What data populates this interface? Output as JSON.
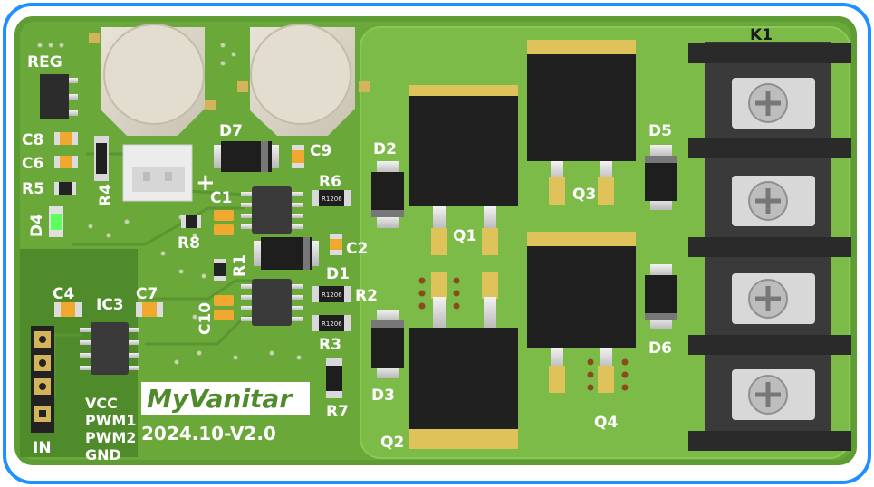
{
  "board": {
    "brand": "MyVanitar",
    "version": "2024.10-V2.0"
  },
  "pins": [
    "VCC",
    "PWM1",
    "PWM2",
    "GND"
  ],
  "connector_label": "IN",
  "designators": {
    "reg": "REG",
    "c8": "C8",
    "c6": "C6",
    "r5": "R5",
    "d4": "D4",
    "r4": "R4",
    "d7": "D7",
    "c9": "C9",
    "c1": "C1",
    "r6": "R6",
    "d2": "D2",
    "r8": "R8",
    "c2": "C2",
    "r1": "R1",
    "d1": "D1",
    "r2": "R2",
    "c10": "C10",
    "r3": "R3",
    "c4": "C4",
    "ic3": "IC3",
    "c7": "C7",
    "r7": "R7",
    "d3": "D3",
    "q1": "Q1",
    "q2": "Q2",
    "q3": "Q3",
    "q4": "Q4",
    "d5": "D5",
    "d6": "D6",
    "k1": "K1"
  },
  "resistor_marking": "R1206",
  "plus_sign": "+",
  "colors": {
    "pcb": "#6aa83a",
    "copper_pour": "#7dbb49",
    "silk": "#ffffff",
    "outline": "#1e90ff",
    "terminal": "#3a3a3a"
  }
}
